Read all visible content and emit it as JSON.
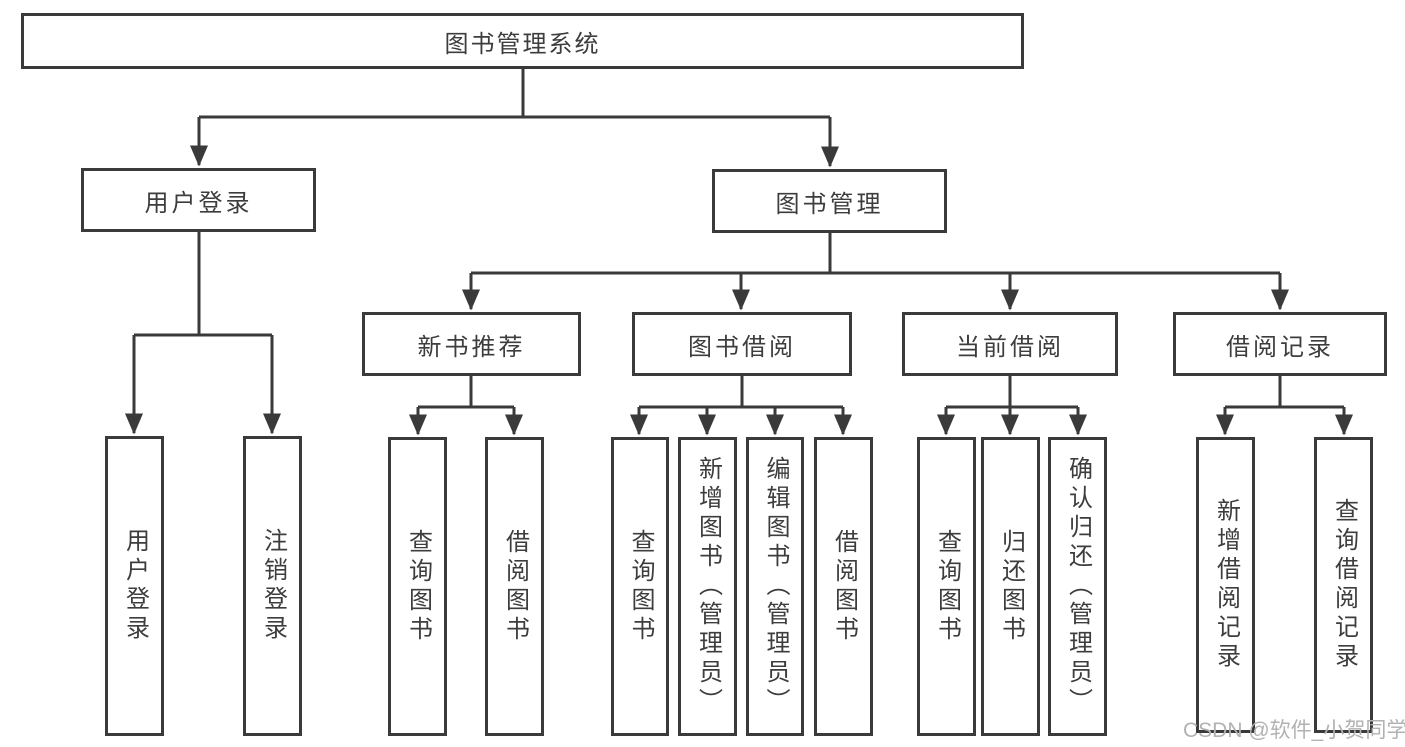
{
  "tree": {
    "root": {
      "label": "图书管理系统"
    },
    "level1": [
      {
        "label": "用户登录",
        "children": [
          {
            "label": "用户登录"
          },
          {
            "label": "注销登录"
          }
        ]
      },
      {
        "label": "图书管理",
        "children": [
          {
            "label": "新书推荐",
            "children": [
              {
                "label": "查询图书"
              },
              {
                "label": "借阅图书"
              }
            ]
          },
          {
            "label": "图书借阅",
            "children": [
              {
                "label": "查询图书"
              },
              {
                "label": "新增图书（管理员）"
              },
              {
                "label": "编辑图书（管理员）"
              },
              {
                "label": "借阅图书"
              }
            ]
          },
          {
            "label": "当前借阅",
            "children": [
              {
                "label": "查询图书"
              },
              {
                "label": "归还图书"
              },
              {
                "label": "确认归还（管理员）"
              }
            ]
          },
          {
            "label": "借阅记录",
            "children": [
              {
                "label": "新增借阅记录"
              },
              {
                "label": "查询借阅记录"
              }
            ]
          }
        ]
      }
    ]
  },
  "watermark": {
    "text": "CSDN @软件_小贺同学"
  },
  "colors": {
    "line": "#3a3a3a",
    "text": "#3d3d3d",
    "watermark": "#b2b2b2",
    "background": "#ffffff"
  }
}
